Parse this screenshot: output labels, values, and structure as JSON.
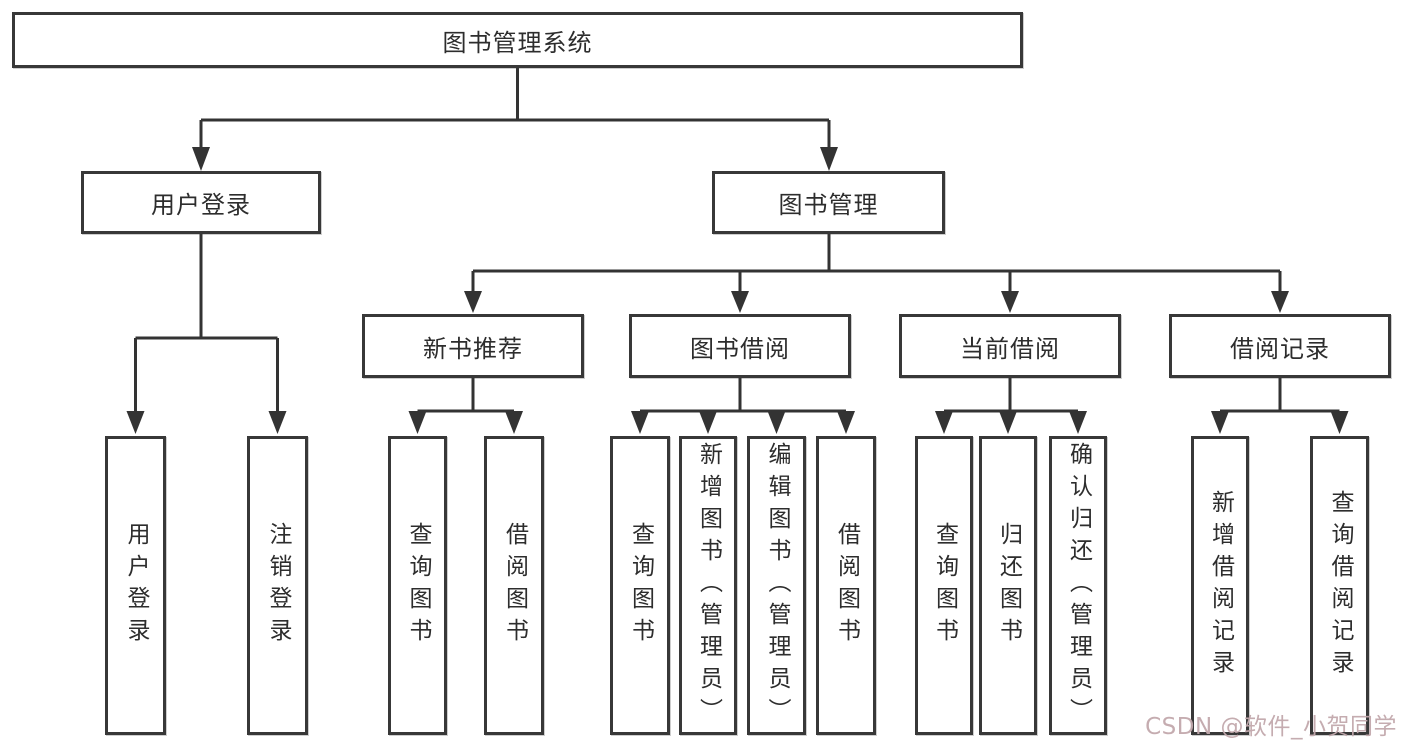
{
  "diagram": {
    "root": {
      "label": "图书管理系统"
    },
    "branches": [
      {
        "label": "用户登录",
        "children": [
          {
            "label": "用户登录"
          },
          {
            "label": "注销登录"
          }
        ]
      },
      {
        "label": "图书管理",
        "children": [
          {
            "label": "新书推荐",
            "children": [
              {
                "label": "查询图书"
              },
              {
                "label": "借阅图书"
              }
            ]
          },
          {
            "label": "图书借阅",
            "children": [
              {
                "label": "查询图书"
              },
              {
                "label": "新增图书（管理员）"
              },
              {
                "label": "编辑图书（管理员）"
              },
              {
                "label": "借阅图书"
              }
            ]
          },
          {
            "label": "当前借阅",
            "children": [
              {
                "label": "查询图书"
              },
              {
                "label": "归还图书"
              },
              {
                "label": "确认归还（管理员）"
              }
            ]
          },
          {
            "label": "借阅记录",
            "children": [
              {
                "label": "新增借阅记录"
              },
              {
                "label": "查询借阅记录"
              }
            ]
          }
        ]
      }
    ]
  },
  "watermark": {
    "text": "CSDN @软件_小贺同学",
    "color": "#c2a8ac"
  },
  "colors": {
    "line": "#333333",
    "box_border": "#383838",
    "text": "#2d2d2d",
    "background": "#ffffff"
  }
}
